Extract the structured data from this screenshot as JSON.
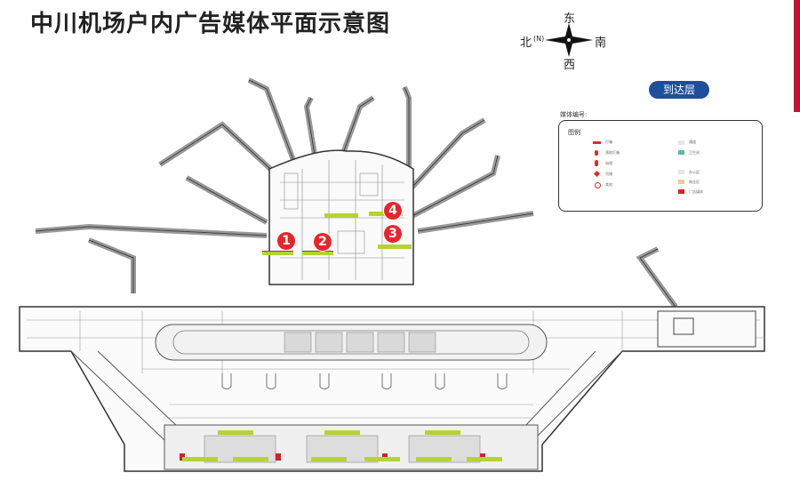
{
  "title": "中川机场户内广告媒体平面示意图",
  "compass": {
    "north": "北",
    "north_abbr": "(N)",
    "east": "东",
    "south": "南",
    "west": "西"
  },
  "level_button": "到达层",
  "media_number_label": "媒体编号:",
  "legend": {
    "title": "图例",
    "items": [
      {
        "icon": "red-bar",
        "text": "灯箱"
      },
      {
        "icon": "red-oval",
        "text": "落地灯箱"
      },
      {
        "icon": "red-capsule",
        "text": "电视"
      },
      {
        "icon": "red-diamond",
        "text": "吊旗"
      },
      {
        "icon": "red-circle",
        "text": "其他"
      },
      {
        "icon": "light-gray",
        "text": "通道"
      },
      {
        "icon": "teal",
        "text": "卫生间"
      },
      {
        "icon": "blank",
        "text": ""
      },
      {
        "icon": "light-gray",
        "text": "办公区"
      },
      {
        "icon": "tan",
        "text": "商业区"
      },
      {
        "icon": "red",
        "text": "广告媒体"
      }
    ]
  },
  "markers": [
    "1",
    "2",
    "3",
    "4"
  ],
  "colors": {
    "marker": "#e8252b",
    "level_button": "#1f4e9a",
    "accent_bar": "#c8102e",
    "ad_label": "#b5d334"
  }
}
